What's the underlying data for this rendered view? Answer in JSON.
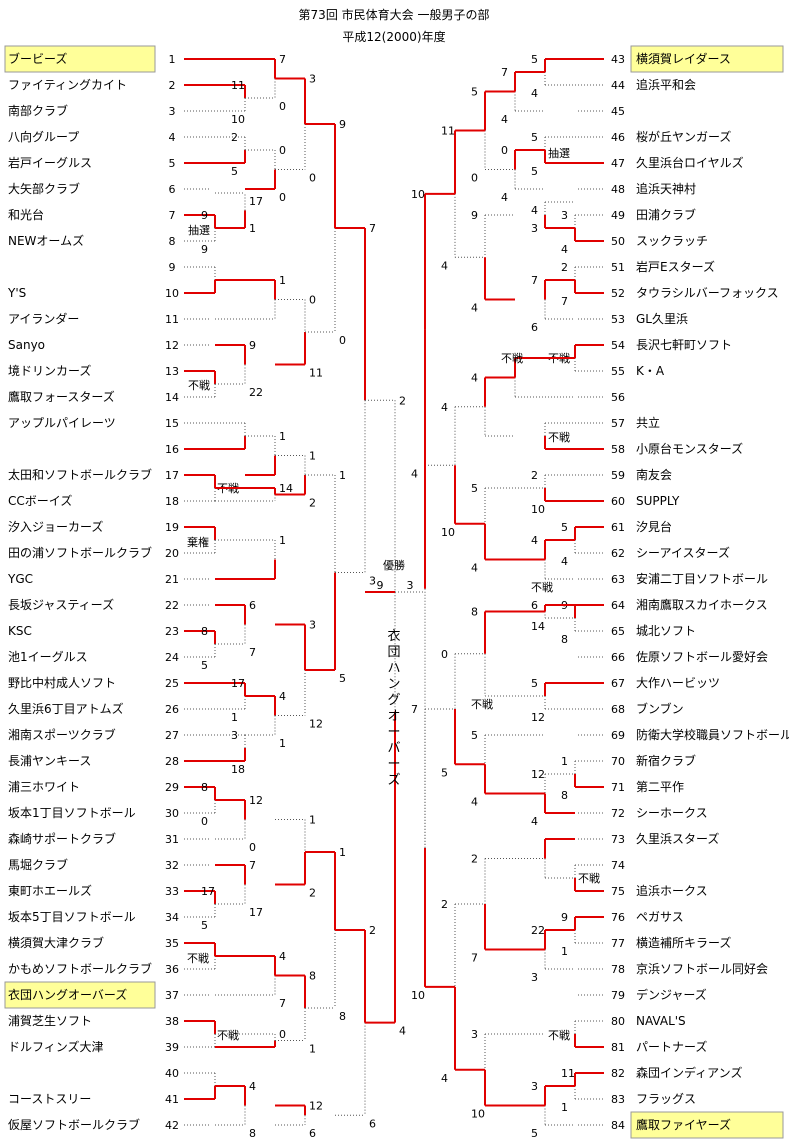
{
  "title": "第73回 市民体育大会 一般男子の部",
  "subtitle": "平成12(2000)年度",
  "left_teams": [
    {
      "num": "1",
      "name": "ブービーズ",
      "highlight": true
    },
    {
      "num": "2",
      "name": "ファイティングカイト"
    },
    {
      "num": "3",
      "name": "南部クラブ"
    },
    {
      "num": "4",
      "name": "八向グループ"
    },
    {
      "num": "5",
      "name": "岩戸イーグルス"
    },
    {
      "num": "6",
      "name": "大矢部クラブ"
    },
    {
      "num": "7",
      "name": "和光台"
    },
    {
      "num": "8",
      "name": "NEWオームズ"
    },
    {
      "num": "9",
      "name": ""
    },
    {
      "num": "10",
      "name": "Y'S"
    },
    {
      "num": "11",
      "name": "アイランダー"
    },
    {
      "num": "12",
      "name": "Sanyo"
    },
    {
      "num": "13",
      "name": "境ドリンカーズ"
    },
    {
      "num": "14",
      "name": "鷹取フォースターズ"
    },
    {
      "num": "15",
      "name": "アップルパイレーツ"
    },
    {
      "num": "16",
      "name": ""
    },
    {
      "num": "17",
      "name": "太田和ソフトボールクラブ"
    },
    {
      "num": "18",
      "name": "CCボーイズ"
    },
    {
      "num": "19",
      "name": "汐入ジョーカーズ"
    },
    {
      "num": "20",
      "name": "田の浦ソフトボールクラブ"
    },
    {
      "num": "21",
      "name": "YGC"
    },
    {
      "num": "22",
      "name": "長坂ジャスティーズ"
    },
    {
      "num": "23",
      "name": "KSC"
    },
    {
      "num": "24",
      "name": "池1イーグルス"
    },
    {
      "num": "25",
      "name": "野比中村成人ソフト"
    },
    {
      "num": "26",
      "name": "久里浜6丁目アトムズ"
    },
    {
      "num": "27",
      "name": "湘南スポーツクラブ"
    },
    {
      "num": "28",
      "name": "長浦ヤンキース"
    },
    {
      "num": "29",
      "name": "浦三ホワイト"
    },
    {
      "num": "30",
      "name": "坂本1丁目ソフトボール"
    },
    {
      "num": "31",
      "name": "森崎サポートクラブ"
    },
    {
      "num": "32",
      "name": "馬堀クラブ"
    },
    {
      "num": "33",
      "name": "東町ホエールズ"
    },
    {
      "num": "34",
      "name": "坂本5丁目ソフトボール"
    },
    {
      "num": "35",
      "name": "横須賀大津クラブ"
    },
    {
      "num": "36",
      "name": "かもめソフトボールクラブ"
    },
    {
      "num": "37",
      "name": "衣団ハングオーバーズ",
      "highlight": true
    },
    {
      "num": "38",
      "name": "浦賀芝生ソフト"
    },
    {
      "num": "39",
      "name": "ドルフィンズ大津"
    },
    {
      "num": "40",
      "name": ""
    },
    {
      "num": "41",
      "name": "コーストスリー"
    },
    {
      "num": "42",
      "name": "仮屋ソフトボールクラブ"
    }
  ],
  "right_teams": [
    {
      "num": "43",
      "name": "横須賀レイダース",
      "highlight": true
    },
    {
      "num": "44",
      "name": "追浜平和会"
    },
    {
      "num": "45",
      "name": ""
    },
    {
      "num": "46",
      "name": "桜が丘ヤンガーズ"
    },
    {
      "num": "47",
      "name": "久里浜台ロイヤルズ"
    },
    {
      "num": "48",
      "name": "追浜天神村"
    },
    {
      "num": "49",
      "name": "田浦クラブ"
    },
    {
      "num": "50",
      "name": "スックラッチ"
    },
    {
      "num": "51",
      "name": "岩戸Eスターズ"
    },
    {
      "num": "52",
      "name": "タウラシルバーフォックス"
    },
    {
      "num": "53",
      "name": "GL久里浜"
    },
    {
      "num": "54",
      "name": "長沢七軒町ソフト"
    },
    {
      "num": "55",
      "name": "K・A"
    },
    {
      "num": "56",
      "name": ""
    },
    {
      "num": "57",
      "name": "共立"
    },
    {
      "num": "58",
      "name": "小原台モンスターズ"
    },
    {
      "num": "59",
      "name": "南友会"
    },
    {
      "num": "60",
      "name": "SUPPLY"
    },
    {
      "num": "61",
      "name": "汐見台"
    },
    {
      "num": "62",
      "name": "シーアイスターズ"
    },
    {
      "num": "63",
      "name": "安浦二丁目ソフトボール"
    },
    {
      "num": "64",
      "name": "湘南鷹取スカイホークス"
    },
    {
      "num": "65",
      "name": "城北ソフト"
    },
    {
      "num": "66",
      "name": "佐原ソフトボール愛好会"
    },
    {
      "num": "67",
      "name": "大作ハービッツ"
    },
    {
      "num": "68",
      "name": "ブンブン"
    },
    {
      "num": "69",
      "name": "防衛大学校職員ソフトボール"
    },
    {
      "num": "70",
      "name": "新宿クラブ"
    },
    {
      "num": "71",
      "name": "第二平作"
    },
    {
      "num": "72",
      "name": "シーホークス"
    },
    {
      "num": "73",
      "name": "久里浜スターズ"
    },
    {
      "num": "74",
      "name": ""
    },
    {
      "num": "75",
      "name": "追浜ホークス"
    },
    {
      "num": "76",
      "name": "ペガサス"
    },
    {
      "num": "77",
      "name": "横造補所キラーズ"
    },
    {
      "num": "78",
      "name": "京浜ソフトボール同好会"
    },
    {
      "num": "79",
      "name": "デンジャーズ"
    },
    {
      "num": "80",
      "name": "NAVAL'S"
    },
    {
      "num": "81",
      "name": "パートナーズ"
    },
    {
      "num": "82",
      "name": "森団インディアンズ"
    },
    {
      "num": "83",
      "name": "フラッグス"
    },
    {
      "num": "84",
      "name": "鷹取ファイヤーズ",
      "highlight": true
    }
  ],
  "final": {
    "label": "優勝",
    "left_score": "9",
    "right_score": "3",
    "champion_vertical": "衣団ハングオーバーズ"
  },
  "notes": {
    "forfeit": "不戦",
    "lottery": "抽選",
    "withdraw": "棄権"
  },
  "colors": {
    "win_line": "#e00000",
    "lose_line": "#555555",
    "highlight": "#ffff99",
    "highlight_border": "#999999"
  }
}
